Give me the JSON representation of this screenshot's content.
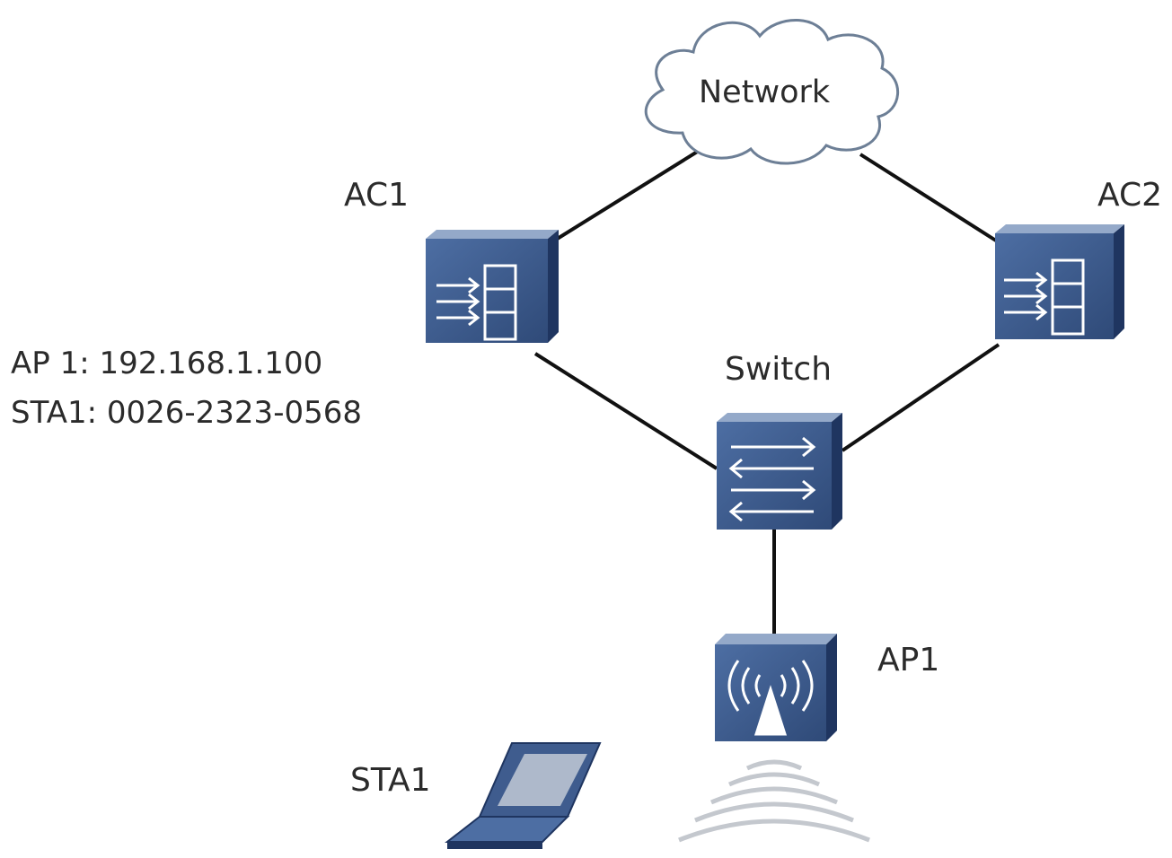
{
  "network": {
    "label": "Network"
  },
  "devices": {
    "ac1": {
      "label": "AC1"
    },
    "ac2": {
      "label": "AC2"
    },
    "switch": {
      "label": "Switch"
    },
    "ap1": {
      "label": "AP1"
    },
    "sta1": {
      "label": "STA1"
    }
  },
  "info": {
    "ap_ip": "AP 1: 192.168.1.100",
    "sta_mac": "STA1: 0026-2323-0568"
  },
  "colors": {
    "device_face": "#3f5c8e",
    "device_top": "#8fa6c8",
    "device_side": "#1f3560",
    "link": "#111111",
    "cloud_stroke": "#6d7f96",
    "cloud_fill": "#ffffff",
    "wave": "#c4c8ce"
  }
}
